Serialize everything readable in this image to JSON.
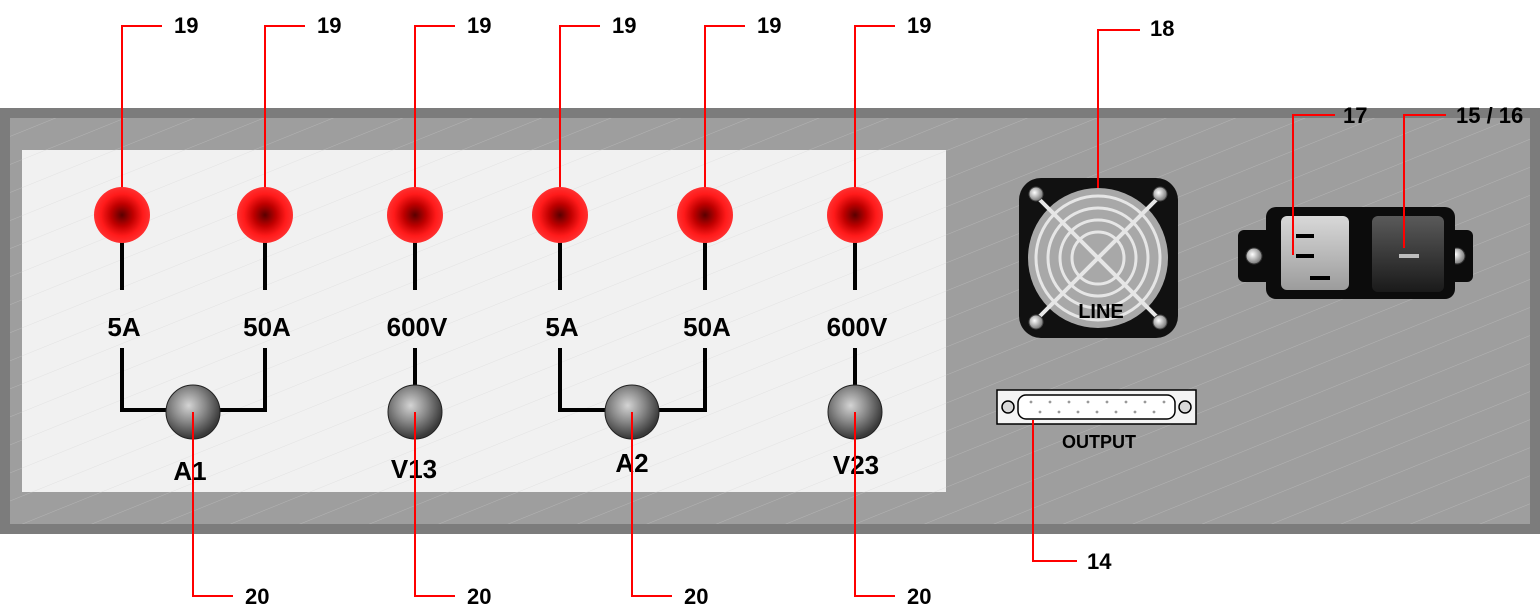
{
  "callouts": {
    "terminal_ref": "19",
    "selector_ref": "20",
    "fan_ref": "18",
    "inlet_ref": "17",
    "switch_fuse_ref": "15 / 16",
    "output_ref": "14"
  },
  "terminals": [
    {
      "label": "5A"
    },
    {
      "label": "50A"
    },
    {
      "label": "600V"
    },
    {
      "label": "5A"
    },
    {
      "label": "50A"
    },
    {
      "label": "600V"
    }
  ],
  "selectors": [
    {
      "label": "A1"
    },
    {
      "label": "V13"
    },
    {
      "label": "A2"
    },
    {
      "label": "V23"
    }
  ],
  "fan": {
    "label": "LINE"
  },
  "connector": {
    "label": "OUTPUT"
  },
  "colors": {
    "chassis": "#9a9a9a",
    "panel_inset": "#efefef",
    "terminal_red": "#ff0000",
    "callout_line": "#ff0000",
    "knob_gray": "#777777",
    "text": "#000000"
  }
}
